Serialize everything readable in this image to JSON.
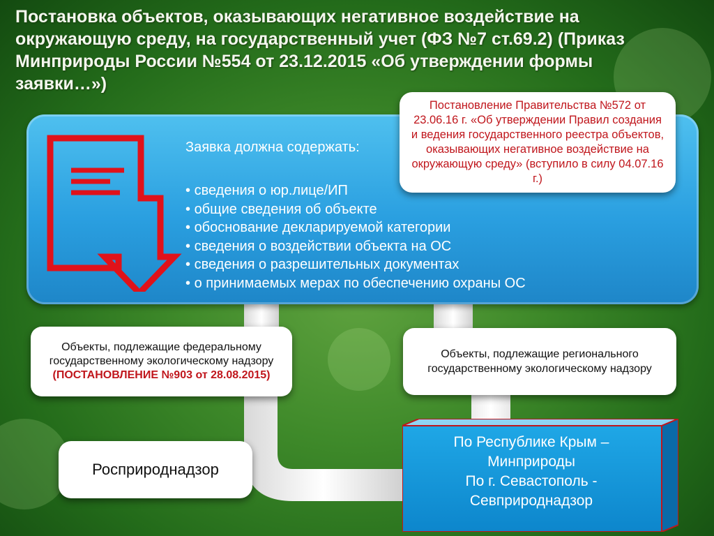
{
  "title": "Постановка объектов, оказывающих негативное воздействие на окружающую среду, на государственный учет (ФЗ №7 ст.69.2) (Приказ Минприроды России №554 от 23.12.2015 «Об утверждении формы заявки…»)",
  "requirements": {
    "heading": "Заявка должна содержать:",
    "items": [
      "сведения о юр.лице/ИП",
      "общие сведения об объекте",
      "обоснование декларируемой категории",
      "сведения о воздействии объекта на ОС",
      "сведения о разрешительных документах",
      "о принимаемых мерах по обеспечению охраны ОС"
    ]
  },
  "gov_decree": "Постановление Правительства №572 от 23.06.16 г. «Об утверждении Правил создания и ведения государственного реестра объектов, оказывающих негативное воздействие на окружающую среду» (вступило в силу  04.07.16 г.)",
  "federal": {
    "text": "Объекты, подлежащие федеральному государственному экологическому надзору ",
    "decree": "(ПОСТАНОВЛЕНИЕ №903 от 28.08.2015)"
  },
  "regional": "Объекты, подлежащие регионального государственному экологическому надзору",
  "rosprirodnadzor": "Росприроднадзор",
  "crimea": {
    "line1": "По Республике Крым –",
    "line2": "Минприроды",
    "line3": "По г. Севастополь -",
    "line4": "Севприроднадзор"
  },
  "colors": {
    "panel_blue": "#2a9fe0",
    "decree_red": "#c0161c",
    "icon_red": "#e0121a",
    "background_green": "#3f8a2a"
  },
  "icons": [
    "document-download-icon"
  ]
}
